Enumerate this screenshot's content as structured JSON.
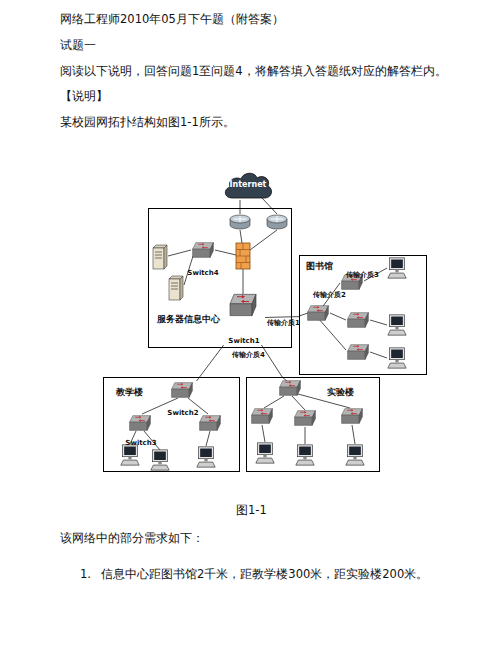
{
  "diagram": {
    "title": "网络工程师2010年05月下午题（附答案）",
    "caption": "图1-1",
    "nodes": [
      {
        "text": [
          "Internet"
        ]
      },
      {
        "text": [
          "服务器信息中心"
        ]
      },
      {
        "text": [
          "Switch4"
        ],
        "in": 1
      },
      {
        "text": [
          "Switch1"
        ],
        "in": 1
      },
      {
        "text": [
          "图书馆"
        ]
      },
      {
        "text": [
          "教学楼"
        ]
      },
      {
        "text": [
          "Switch2"
        ],
        "in": 5
      },
      {
        "text": [
          "Switch3"
        ],
        "in": 5
      },
      {
        "text": [
          "实验楼"
        ]
      }
    ],
    "edges": [
      {
        "from": 3,
        "to": 4,
        "label": "传输介质1",
        "arrow": "none"
      },
      {
        "from": 3,
        "to": 6,
        "arrow": "none"
      },
      {
        "from": 3,
        "to": 8,
        "label": "传输介质4",
        "arrow": "none"
      }
    ],
    "labels": [
      "试题一",
      "阅读以下说明，回答问题1至问题4，将解答填入答题纸对应的解答栏内。",
      "【说明】",
      "某校园网拓扑结构如图1-1所示。",
      "传输介质2",
      "传输介质3",
      "该网络中的部分需求如下：",
      "1.",
      "信息中心距图书馆2千米，距教学楼300米，距实验楼200米。"
    ]
  }
}
